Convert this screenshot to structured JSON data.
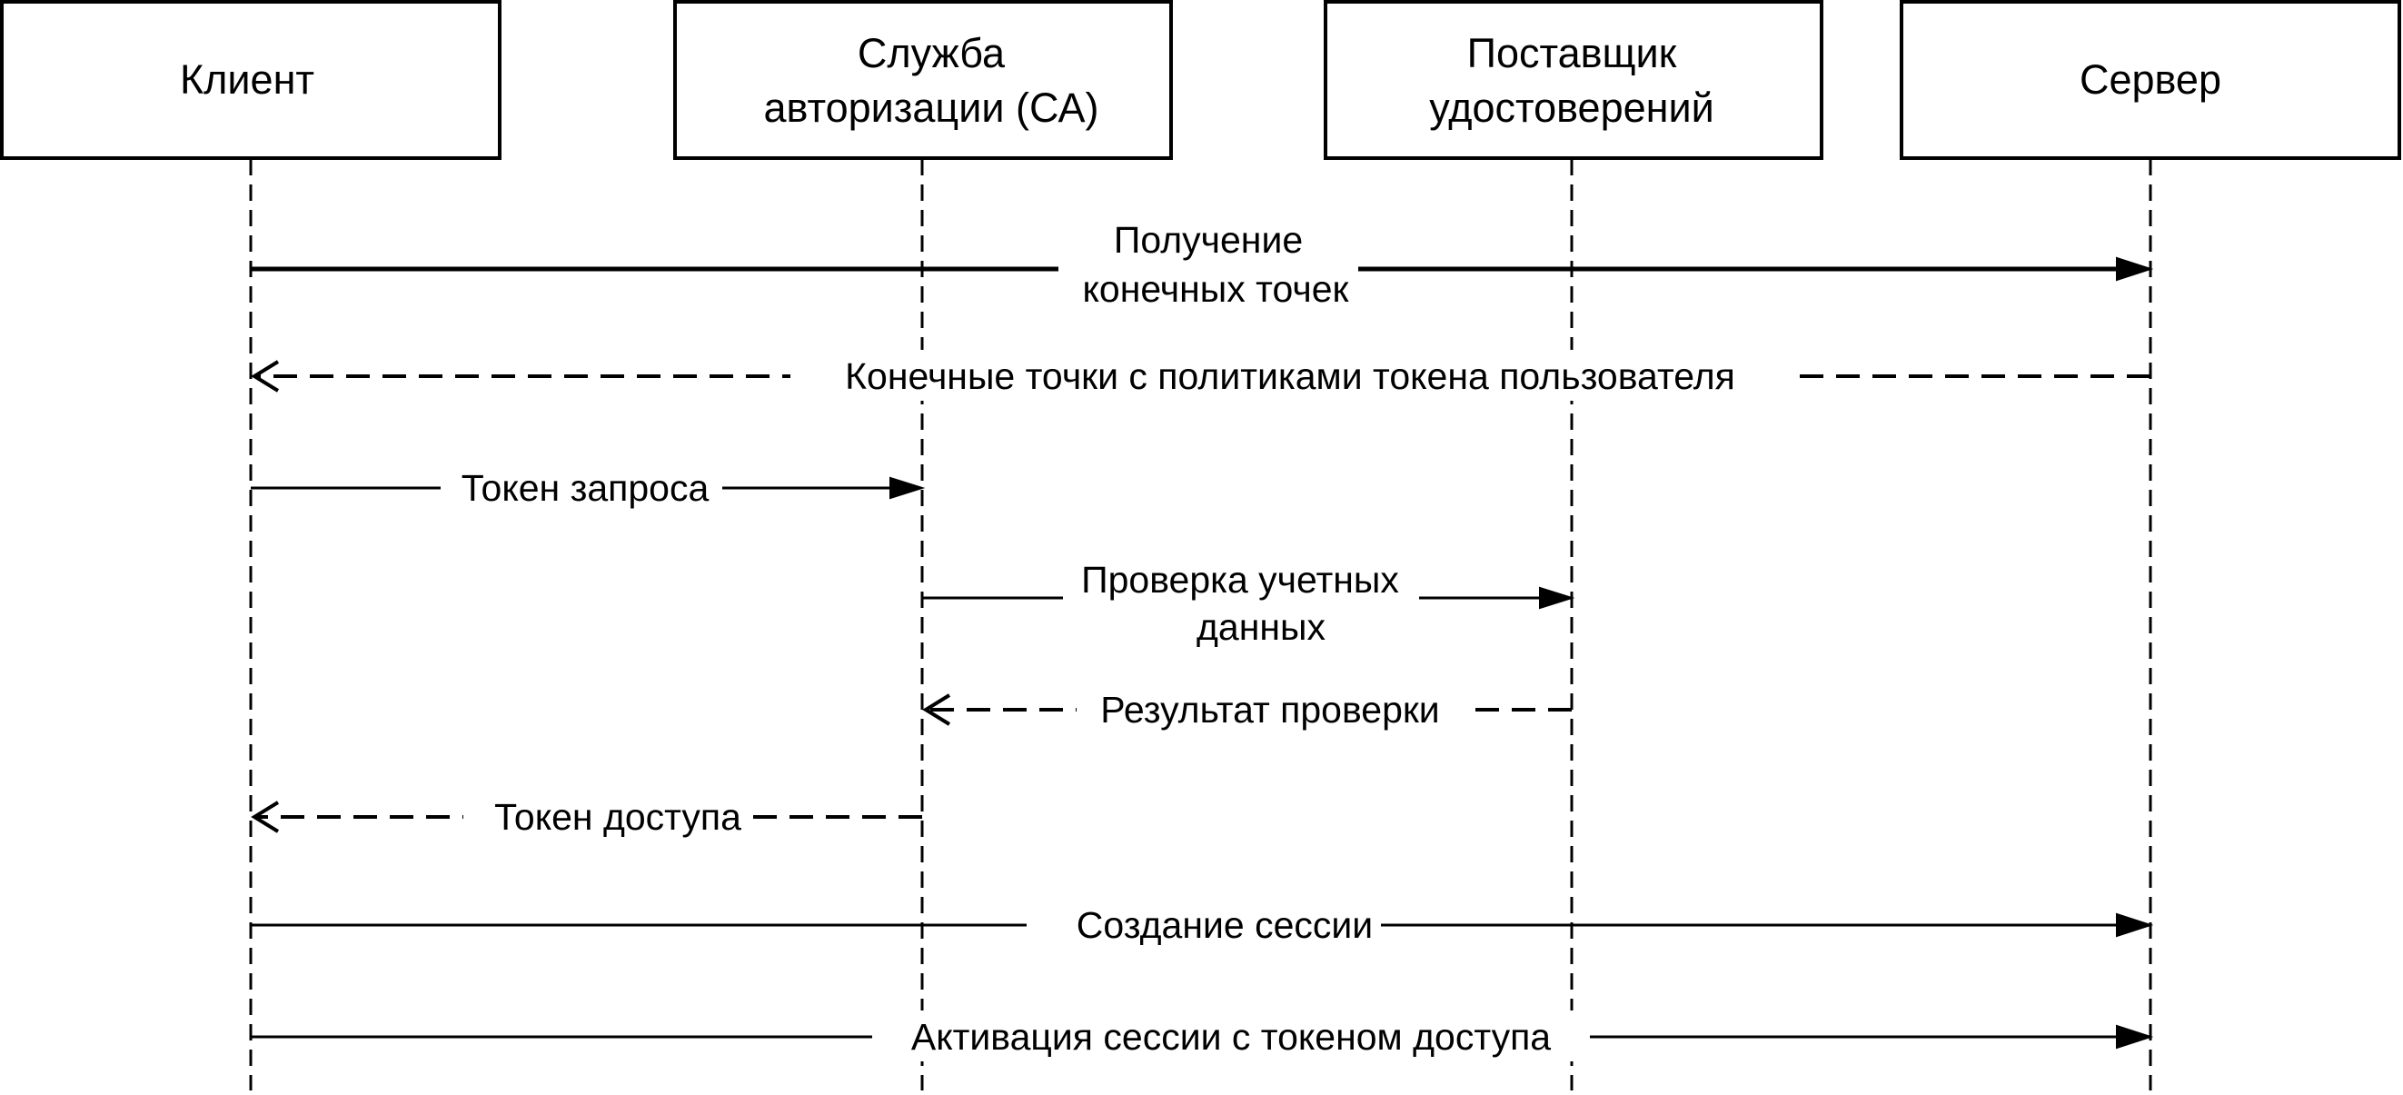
{
  "actors": [
    {
      "id": "client",
      "lines": [
        "Клиент"
      ]
    },
    {
      "id": "auth",
      "lines": [
        "Служба",
        "авторизации (СА)"
      ]
    },
    {
      "id": "idp",
      "lines": [
        "Поставщик",
        "удостоверений"
      ]
    },
    {
      "id": "server",
      "lines": [
        "Сервер"
      ]
    }
  ],
  "messages": [
    {
      "id": "get-endpoints",
      "from": "client",
      "to": "server",
      "style": "solid-bold",
      "lines": [
        "Получение",
        "конечных точек"
      ]
    },
    {
      "id": "endpoints-policies",
      "from": "server",
      "to": "client",
      "style": "dashed",
      "lines": [
        "Конечные точки с политиками токена пользователя"
      ]
    },
    {
      "id": "request-token",
      "from": "client",
      "to": "auth",
      "style": "solid",
      "lines": [
        "Токен запроса"
      ]
    },
    {
      "id": "verify-credentials",
      "from": "auth",
      "to": "idp",
      "style": "solid",
      "lines": [
        "Проверка учетных",
        "данных"
      ]
    },
    {
      "id": "verify-result",
      "from": "idp",
      "to": "auth",
      "style": "dashed",
      "lines": [
        "Результат проверки"
      ]
    },
    {
      "id": "access-token",
      "from": "auth",
      "to": "client",
      "style": "dashed",
      "lines": [
        "Токен доступа"
      ]
    },
    {
      "id": "create-session",
      "from": "client",
      "to": "server",
      "style": "solid",
      "lines": [
        "Создание сессии"
      ]
    },
    {
      "id": "activate-session",
      "from": "client",
      "to": "server",
      "style": "solid",
      "lines": [
        "Активация сессии с токеном доступа"
      ]
    }
  ]
}
